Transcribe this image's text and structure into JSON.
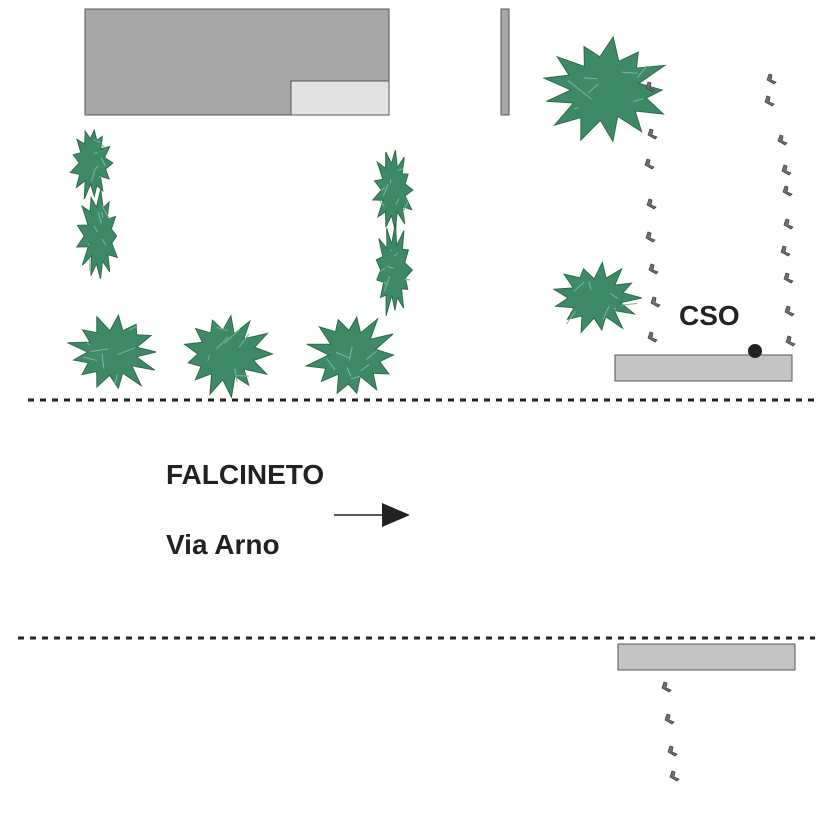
{
  "map": {
    "labels": {
      "town": "FALCINETO",
      "street": "Via Arno",
      "cso": "CSO"
    },
    "features": {
      "buildings": "building",
      "trees": "tree",
      "poles": "pole-marker",
      "road_edges": "dashed-road-edge",
      "flow_direction": "right",
      "cso_point": "cso-outfall"
    },
    "colors": {
      "background": "#ffffff",
      "building_dark": "#a6a6a6",
      "building_light": "#e2e2e2",
      "curb": "#c4c4c4",
      "tree_fill": "#3f8a66",
      "tree_stroke": "#2d6a4c",
      "marker": "#707070",
      "line": "#222222"
    }
  }
}
